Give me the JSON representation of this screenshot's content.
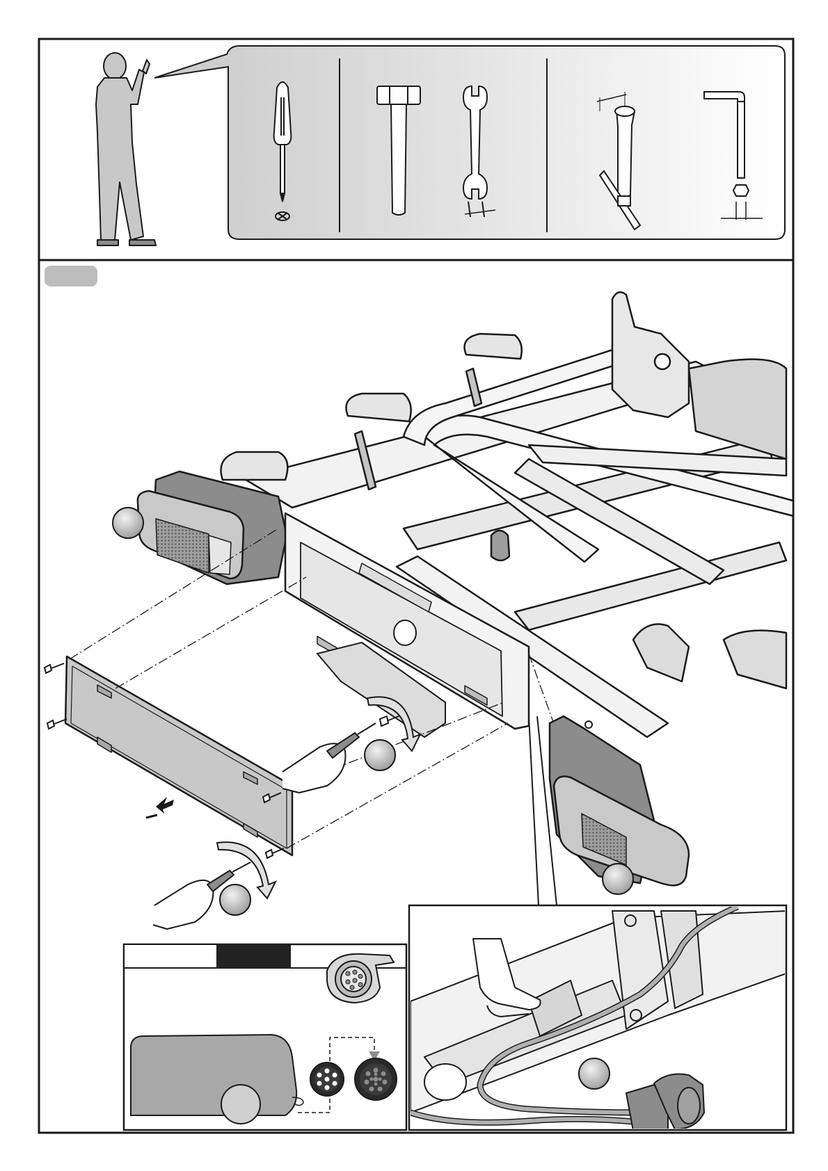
{
  "page": {
    "background": "#ffffff",
    "line_color": "#1a1a1a",
    "panel_fill": "#d9d9d9",
    "part_fill": "#8c8c8c",
    "dark_fill": "#222222"
  },
  "tools": [
    {
      "name": "screwdriver-icon"
    },
    {
      "name": "hammer-icon"
    },
    {
      "name": "open-wrench-icon"
    },
    {
      "name": "socket-wrench-icon"
    },
    {
      "name": "hex-key-icon"
    }
  ],
  "step_marker": {
    "name": "step-badge",
    "text": ""
  },
  "callouts": [
    {
      "name": "callout-left-light"
    },
    {
      "name": "callout-screw-right"
    },
    {
      "name": "callout-screw-left"
    },
    {
      "name": "callout-right-light"
    },
    {
      "name": "callout-cable"
    }
  ],
  "inset_socket": {
    "tab_left_text": "",
    "tab_right_text": ""
  }
}
